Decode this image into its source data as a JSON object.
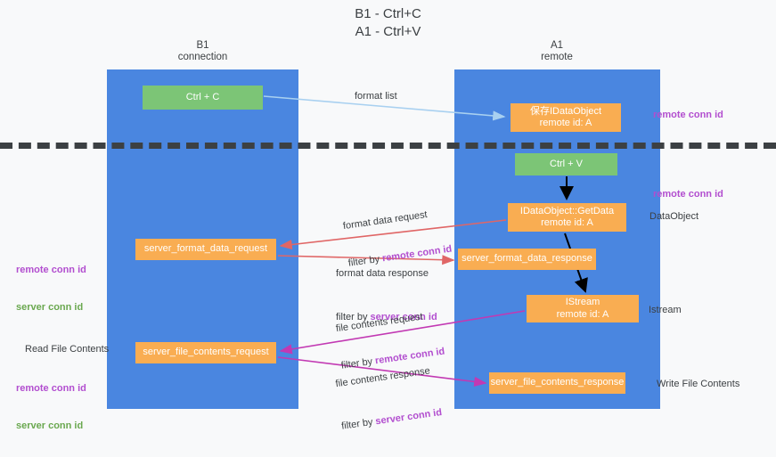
{
  "diagram": {
    "title": "B1 - Ctrl+C\nA1 - Ctrl+V",
    "colors": {
      "lane": "#4a86e0",
      "node_green": "#7cc576",
      "node_orange": "#f9ad52",
      "remote_conn_id": "#b24ecf",
      "server_conn_id": "#6aa84f",
      "arrow_format_list": "#a8d0f0",
      "arrow_format_data": "#e06666",
      "arrow_file_contents": "#c239b3",
      "arrow_internal": "#000000",
      "divider": "#3c4043",
      "background": "#f8f9fa"
    },
    "columns": [
      {
        "id": "b1",
        "name": "B1",
        "role": "connection"
      },
      {
        "id": "a1",
        "name": "A1",
        "role": "remote"
      }
    ],
    "nodes": {
      "ctrl_c": "Ctrl + C",
      "ctrl_v": "Ctrl + V",
      "idataobject": "保存IDataObject\nremote id: A",
      "getdata": "IDataObject::GetData\nremote id: A",
      "istream": "IStream\nremote id: A",
      "server_format_data_request": "server_format_data_request",
      "server_format_data_response": "server_format_data_response",
      "server_file_contents_request": "server_file_contents_request",
      "server_file_contents_response": "server_file_contents_response"
    },
    "edge_labels": {
      "format_list": "format list",
      "format_data_request": "format data request",
      "format_data_request_filter_prefix": "filter by ",
      "format_data_request_filter_key": "remote conn id",
      "format_data_response": "format data response",
      "format_data_response_filter_prefix": "filter by ",
      "format_data_response_filter_key": "server conn id",
      "file_contents_request": "file contents request",
      "file_contents_request_filter_prefix": "filter by ",
      "file_contents_request_filter_key": "remote conn id",
      "file_contents_response": "file contents response",
      "file_contents_response_filter_prefix": "filter by ",
      "file_contents_response_filter_key": "server conn id"
    },
    "right_annotations": {
      "remote_conn_id_top": "remote conn id",
      "remote_conn_id_mid": "remote conn id",
      "dataobject": "DataObject",
      "istream": "Istream",
      "write_file_contents": "Write File Contents"
    },
    "left_annotations": {
      "remote_conn_id_1": "remote conn id",
      "server_conn_id_1": "server conn id",
      "read_file_contents": "Read File Contents",
      "remote_conn_id_2": "remote conn id",
      "server_conn_id_2": "server conn id"
    }
  }
}
